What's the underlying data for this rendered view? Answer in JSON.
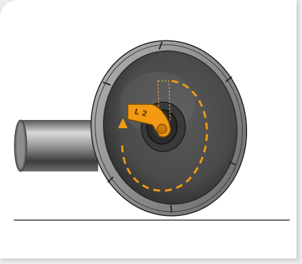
{
  "illustration": {
    "latch_label": "L 2",
    "colors": {
      "accent": "#f29a13",
      "disk": "#4d4d4d",
      "rim": "#8a8a8a",
      "arrow": "#f29a13"
    },
    "icons": [
      "rotation-arrow-icon",
      "latch-lever",
      "cylinder-shaft"
    ]
  }
}
